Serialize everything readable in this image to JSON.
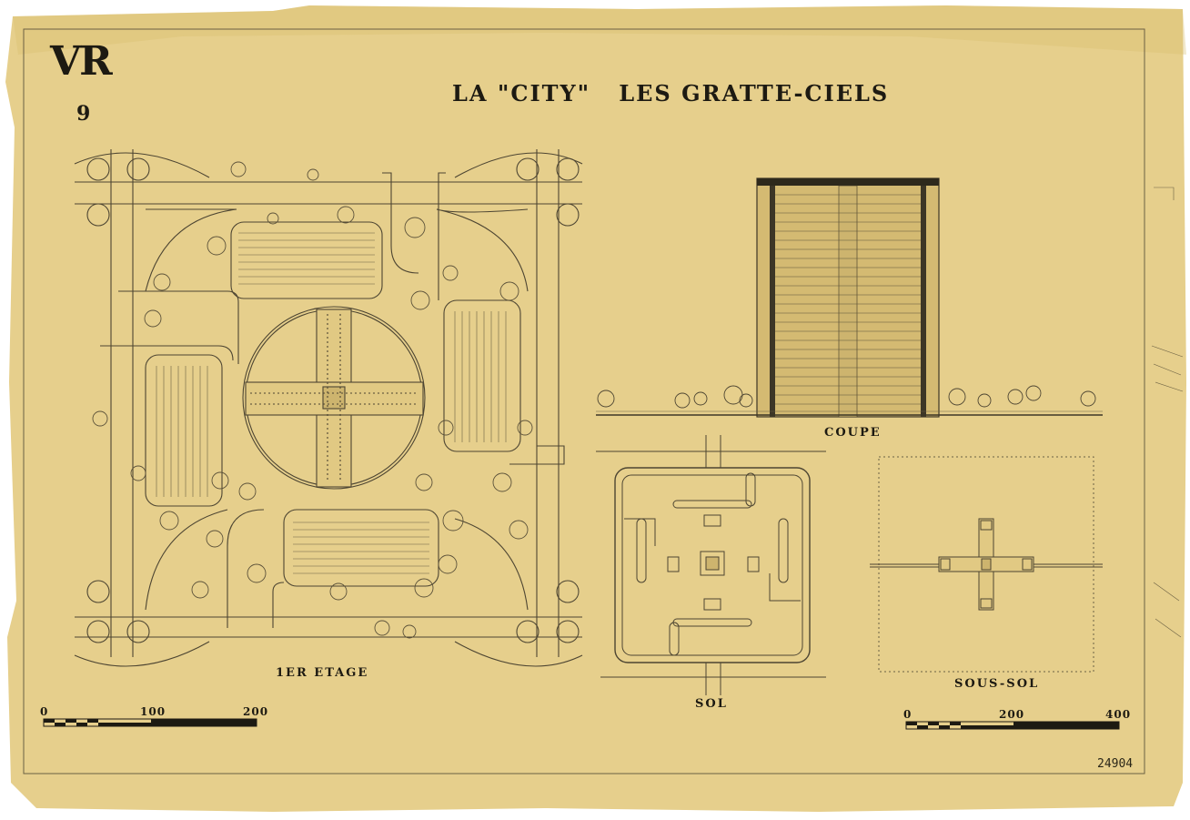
{
  "sheet": {
    "series_mark": "VR",
    "plate_number": "9",
    "title": "LA \"CITY\"   LES GRATTE-CIELS",
    "reference_number": "24904"
  },
  "views": {
    "first_floor_label": "1ER ETAGE",
    "section_label": "COUPE",
    "ground_label": "SOL",
    "basement_label": "SOUS-SOL"
  },
  "scale_left": {
    "ticks": [
      "0",
      "100",
      "200"
    ]
  },
  "scale_right": {
    "ticks": [
      "0",
      "200",
      "400"
    ]
  },
  "colors": {
    "paper": "#e6cf8c",
    "paper_edge": "#d9bd6f",
    "ink": "#1d1a12",
    "line": "#5c523a"
  }
}
